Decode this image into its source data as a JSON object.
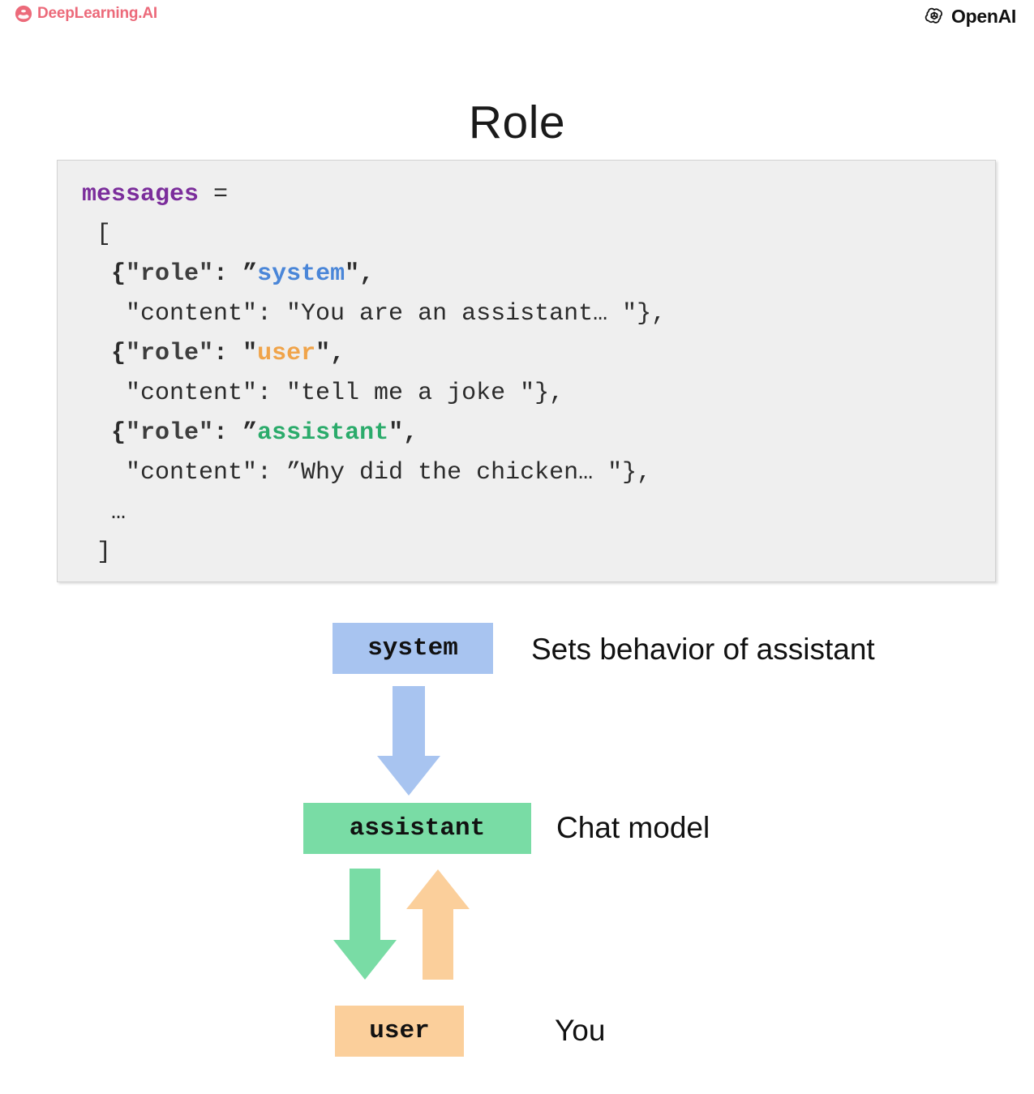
{
  "header": {
    "left_brand": {
      "name": "DeepLearning.AI",
      "icon": "deeplearning-ai-logo-icon",
      "color": "#EC6A7A"
    },
    "right_brand": {
      "name": "OpenAI",
      "icon": "openai-logo-icon",
      "color": "#111111"
    }
  },
  "title": "Role",
  "code_block": {
    "background": "#efefef",
    "lines": [
      {
        "id": "line-1",
        "segments": [
          {
            "text": "messages",
            "style": "var"
          },
          {
            "text": " =",
            "style": "plain"
          }
        ]
      },
      {
        "id": "line-2",
        "segments": [
          {
            "text": " [",
            "style": "plain"
          }
        ]
      },
      {
        "id": "line-3",
        "segments": [
          {
            "text": "  {",
            "style": "punct"
          },
          {
            "text": "\"role\"",
            "style": "key"
          },
          {
            "text": ": ",
            "style": "punct"
          },
          {
            "text": "”",
            "style": "punct"
          },
          {
            "text": "system",
            "style": "sys"
          },
          {
            "text": "\",",
            "style": "punct"
          }
        ]
      },
      {
        "id": "line-4",
        "segments": [
          {
            "text": "   \"content\": \"You are an assistant… \"},",
            "style": "plain"
          }
        ]
      },
      {
        "id": "line-5",
        "segments": [
          {
            "text": "  {",
            "style": "punct"
          },
          {
            "text": "\"role\"",
            "style": "key"
          },
          {
            "text": ": ",
            "style": "punct"
          },
          {
            "text": "\"",
            "style": "punct"
          },
          {
            "text": "user",
            "style": "user"
          },
          {
            "text": "\",",
            "style": "punct"
          }
        ]
      },
      {
        "id": "line-6",
        "segments": [
          {
            "text": "   \"content\": \"tell me a joke \"},",
            "style": "plain"
          }
        ]
      },
      {
        "id": "line-7",
        "segments": [
          {
            "text": "  {",
            "style": "punct"
          },
          {
            "text": "\"role\"",
            "style": "key"
          },
          {
            "text": ": ",
            "style": "punct"
          },
          {
            "text": "”",
            "style": "punct"
          },
          {
            "text": "assistant",
            "style": "asst"
          },
          {
            "text": "\",",
            "style": "punct"
          }
        ]
      },
      {
        "id": "line-8",
        "segments": [
          {
            "text": "   \"content\": ”Why did the chicken… \"},",
            "style": "plain"
          }
        ]
      },
      {
        "id": "line-9",
        "segments": [
          {
            "text": "  …",
            "style": "plain"
          }
        ]
      },
      {
        "id": "line-10",
        "segments": [
          {
            "text": " ]",
            "style": "plain"
          }
        ]
      }
    ],
    "colors": {
      "variable": "#7B2D9B",
      "key": "#3d3d3d",
      "system": "#4a86d8",
      "user": "#f0a44a",
      "assistant": "#2bab6b",
      "plain": "#2b2b2b"
    }
  },
  "diagram": {
    "nodes": [
      {
        "id": "system",
        "box_label": "system",
        "description": "Sets behavior of assistant",
        "color": "#a8c4f0"
      },
      {
        "id": "assistant",
        "box_label": "assistant",
        "description": "Chat model",
        "color": "#79dca5"
      },
      {
        "id": "user",
        "box_label": "user",
        "description": "You",
        "color": "#fbcf9b"
      }
    ],
    "arrows": [
      {
        "id": "system-to-assistant",
        "from": "system",
        "to": "assistant",
        "direction": "down",
        "color": "#a8c4f0"
      },
      {
        "id": "assistant-to-user",
        "from": "assistant",
        "to": "user",
        "direction": "down",
        "color": "#79dca5"
      },
      {
        "id": "user-to-assistant",
        "from": "user",
        "to": "assistant",
        "direction": "up",
        "color": "#fbcf9b"
      }
    ]
  }
}
